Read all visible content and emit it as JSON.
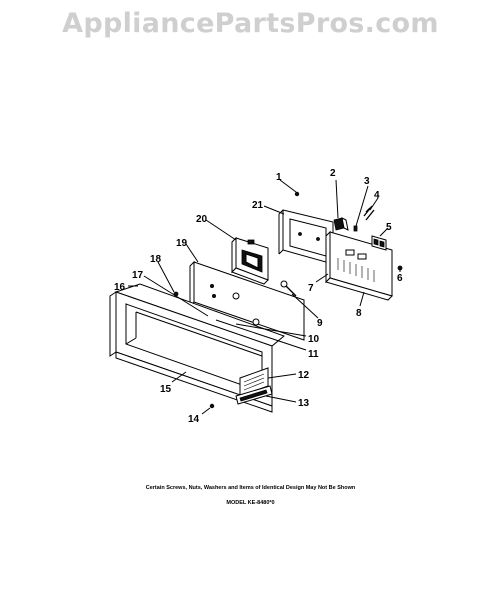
{
  "watermark": "AppliancePartsPros.com",
  "callouts": [
    {
      "id": "1",
      "label": "1"
    },
    {
      "id": "2",
      "label": "2"
    },
    {
      "id": "3",
      "label": "3"
    },
    {
      "id": "4",
      "label": "4"
    },
    {
      "id": "5",
      "label": "5"
    },
    {
      "id": "6",
      "label": "6"
    },
    {
      "id": "7",
      "label": "7"
    },
    {
      "id": "8",
      "label": "8"
    },
    {
      "id": "9",
      "label": "9"
    },
    {
      "id": "10",
      "label": "10"
    },
    {
      "id": "11",
      "label": "11"
    },
    {
      "id": "12",
      "label": "12"
    },
    {
      "id": "13",
      "label": "13"
    },
    {
      "id": "14",
      "label": "14"
    },
    {
      "id": "15",
      "label": "15"
    },
    {
      "id": "16",
      "label": "16"
    },
    {
      "id": "17",
      "label": "17"
    },
    {
      "id": "18",
      "label": "18"
    },
    {
      "id": "19",
      "label": "19"
    },
    {
      "id": "20",
      "label": "20"
    },
    {
      "id": "21",
      "label": "21"
    }
  ],
  "caption": "Certain Screws, Nuts, Washers and Items of Identical Design May Not Be Shown",
  "model": "MODEL KE-8480*0"
}
